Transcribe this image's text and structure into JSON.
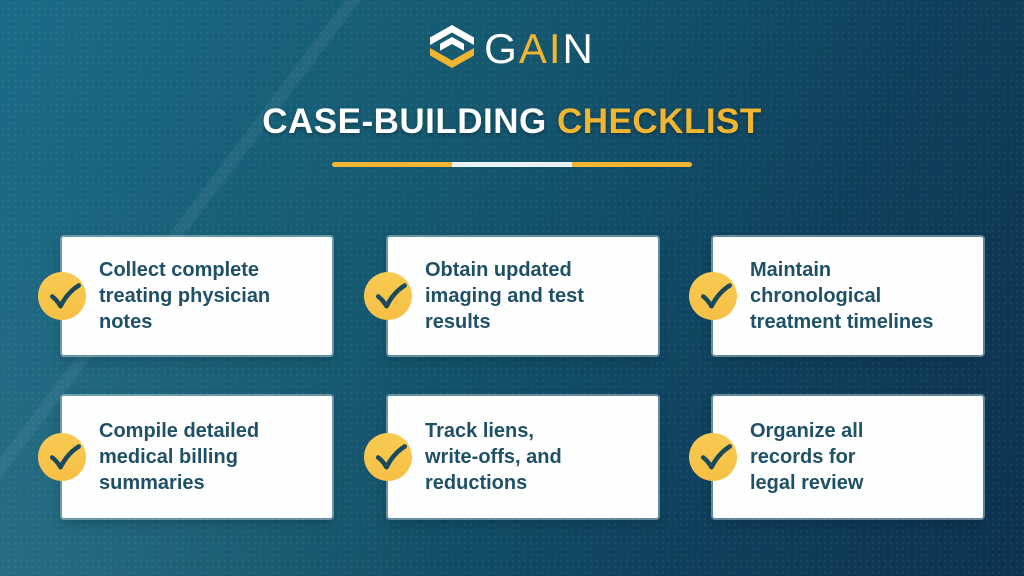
{
  "colors": {
    "accent-yellow": "#F1B52F",
    "badge-yellow": "#F6BF43",
    "card-text": "#1D4F66",
    "check-stroke": "#17485C",
    "bg-top": "#1B6B86",
    "bg-bottom": "#0C3350",
    "divider-white": "#E9F2F6"
  },
  "logo": {
    "name": "GAIN",
    "white_start": "G",
    "accent": "AI",
    "white_end": "N",
    "icon": "gain-hexagon-mark"
  },
  "title": {
    "white": "CASE-BUILDING",
    "accent": "CHECKLIST"
  },
  "checklist": {
    "check_icon": "checkmark",
    "items": [
      {
        "lines": [
          "Collect complete",
          "treating physician",
          "notes"
        ]
      },
      {
        "lines": [
          "Obtain updated",
          "imaging and test",
          "results"
        ]
      },
      {
        "lines": [
          "Maintain",
          "chronological",
          "treatment timelines"
        ]
      },
      {
        "lines": [
          "Compile detailed",
          "medical billing",
          "summaries"
        ]
      },
      {
        "lines": [
          "Track liens,",
          "write-offs, and",
          "reductions"
        ]
      },
      {
        "lines": [
          "Organize all",
          "records for",
          "legal review"
        ]
      }
    ]
  }
}
